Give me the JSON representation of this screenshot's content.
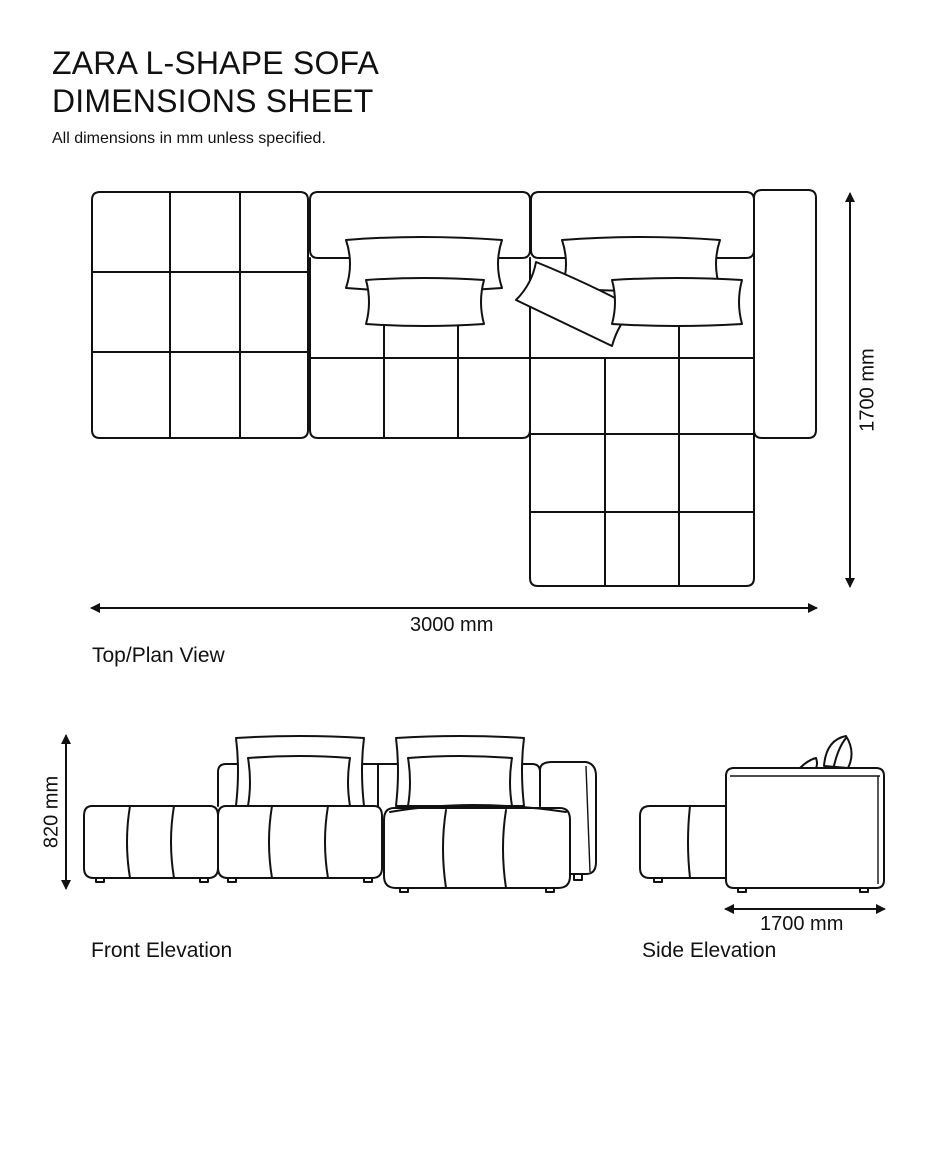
{
  "header": {
    "title_line1": "ZARA L-SHAPE SOFA",
    "title_line2": "DIMENSIONS SHEET",
    "note": "All dimensions in mm unless specified."
  },
  "plan_view": {
    "label": "Top/Plan View",
    "width_label": "3000 mm",
    "depth_label": "1700 mm"
  },
  "front_elevation": {
    "label": "Front Elevation",
    "height_label": "820 mm"
  },
  "side_elevation": {
    "label": "Side Elevation",
    "depth_label": "1700 mm"
  }
}
